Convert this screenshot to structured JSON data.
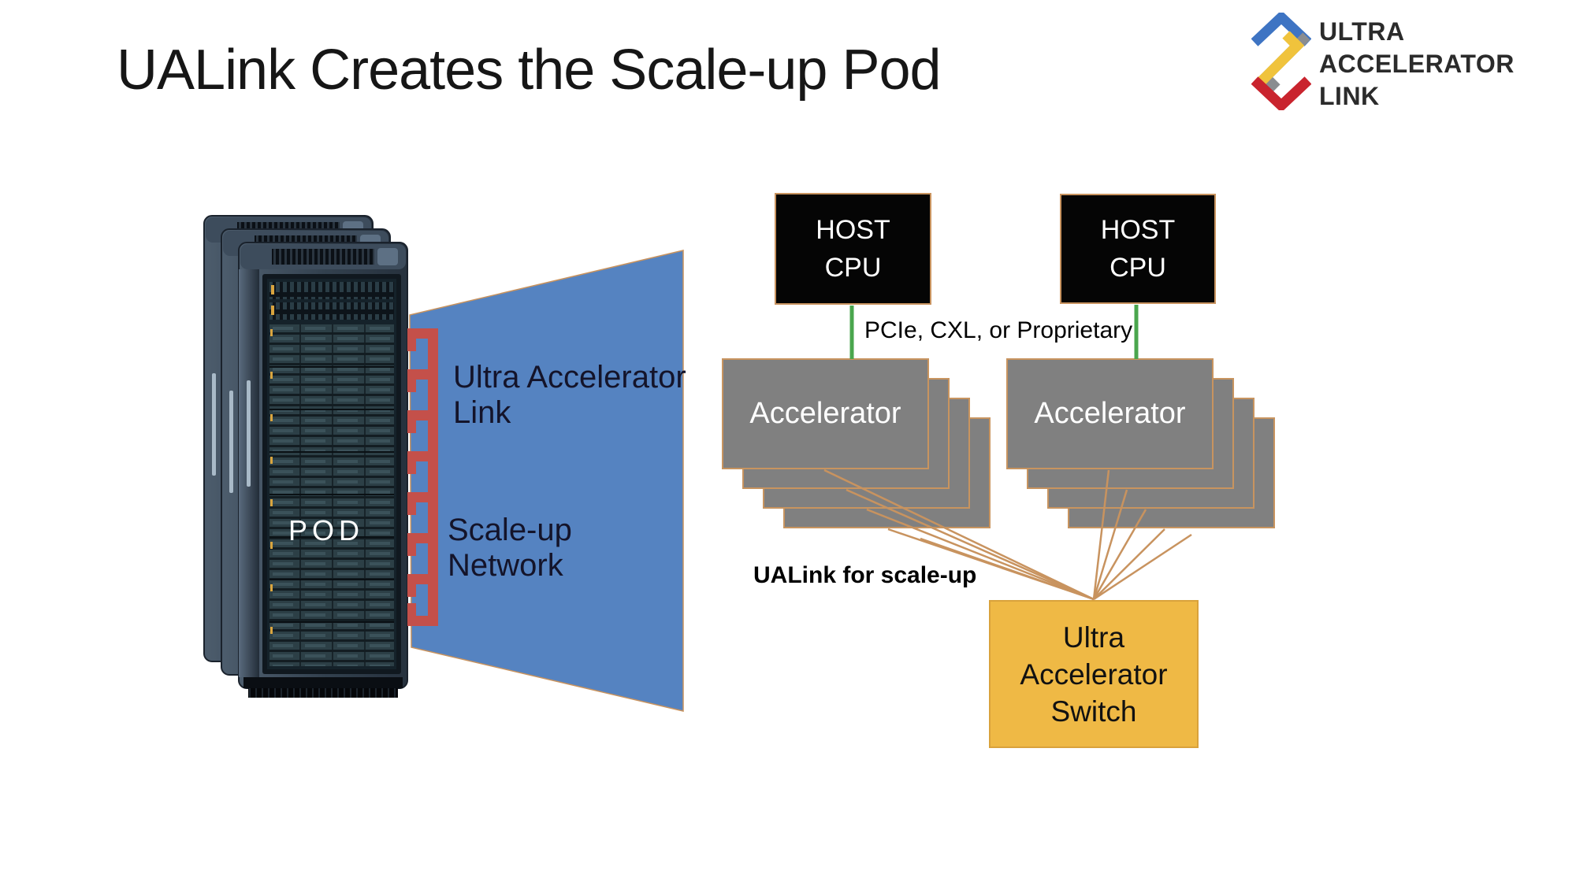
{
  "slide": {
    "title": "UALink Creates the Scale-up Pod",
    "background_color": "#ffffff"
  },
  "logo": {
    "lines": "ULTRA\nACCELERATOR\nLINK",
    "text_color": "#2b2b2b",
    "mark_colors": {
      "blue": "#3e74c3",
      "gray": "#8a8d90",
      "yellow": "#f0c33c",
      "red": "#c9242e"
    }
  },
  "pod": {
    "label": "POD",
    "rack_count": 3
  },
  "callout": {
    "link_label": "Ultra Accelerator\nLink",
    "network_label": "Scale-up\nNetwork",
    "fill_color": "#5583c1",
    "bracket_color": "#c4504a",
    "text_color": "#14142a"
  },
  "diagram": {
    "host_cpus": [
      {
        "label": "HOST\nCPU"
      },
      {
        "label": "HOST\nCPU"
      }
    ],
    "cpu_link_label": "PCIe, CXL, or Proprietary",
    "accelerator_stacks": [
      {
        "label": "Accelerator",
        "count": 4
      },
      {
        "label": "Accelerator",
        "count": 4
      }
    ],
    "ualink_label": "UALink for scale-up",
    "switch": {
      "label": "Ultra\nAccelerator\nSwitch",
      "fill_color": "#efb945"
    },
    "colors": {
      "box_border": "#c8935f",
      "cpu_fill": "#050505",
      "accelerator_fill": "#808080",
      "link_green": "#4aa64d",
      "link_orange": "#c8935f"
    }
  }
}
